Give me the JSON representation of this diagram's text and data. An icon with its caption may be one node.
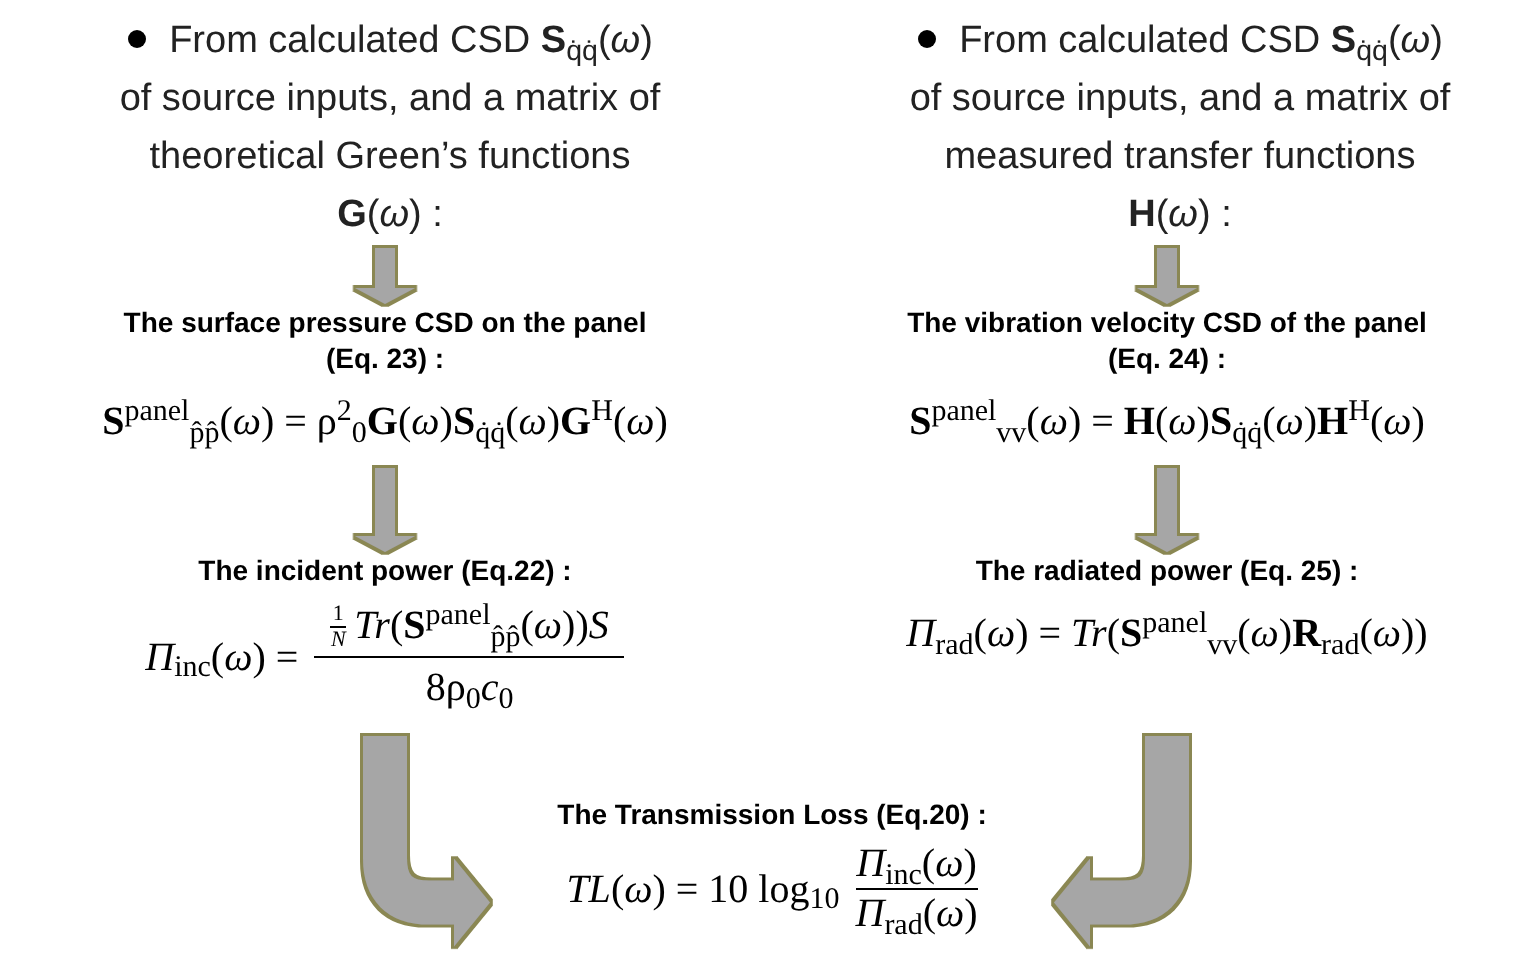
{
  "diagram": {
    "nodes": [
      {
        "text": [
          "From calculated CSD **S**$_{q̇q̇}$(*ω*) of source inputs, and a matrix of theoretical Green’s functions **G**(*ω*) :"
        ]
      },
      {
        "text": [
          "The surface pressure CSD on the panel (Eq. 23) :",
          "**S**$^{panel}$$_{p̂p̂}$(*ω*) = ρ$^{2}$$_{0}$**G**(*ω*)**S**$_{q̇q̇}$(*ω*)**G**$^{H}$(*ω*)"
        ]
      },
      {
        "text": [
          "The incident power (Eq.22) :",
          "*Π*$_{inc}$(*ω*) =",
          "1",
          "*N*",
          "*Tr*(**S**$^{panel}$$_{p̂p̂}$(*ω*))*S*",
          "8ρ$_{0}$*c*$_{0}$"
        ]
      },
      {
        "text": [
          "From calculated CSD **S**$_{q̇q̇}$(*ω*) of source inputs, and a matrix of measured transfer functions **H**(*ω*) :"
        ]
      },
      {
        "text": [
          "The vibration velocity CSD of the panel (Eq. 24) :",
          "**S**$^{panel}$$_{vv}$(*ω*) = **H**(*ω*)**S**$_{q̇q̇}$(*ω*)**H**$^{H}$(*ω*)"
        ]
      },
      {
        "text": [
          "The radiated power (Eq. 25) :",
          "*Π*$_{rad}$(*ω*) = *Tr*(**S**$^{panel}$$_{vv}$(*ω*)**R**$_{rad}$(*ω*))"
        ]
      },
      {
        "text": [
          "The Transmission Loss (Eq.20) :",
          "*TL*(*ω*) = 10 log$_{10}$",
          "*Π*$_{inc}$(*ω*)",
          "*Π*$_{rad}$(*ω*)"
        ]
      }
    ],
    "edges": [
      {
        "from": 0,
        "to": 1,
        "arrow": "to"
      },
      {
        "from": 1,
        "to": 2,
        "arrow": "to"
      },
      {
        "from": 3,
        "to": 4,
        "arrow": "to"
      },
      {
        "from": 4,
        "to": 5,
        "arrow": "to"
      },
      {
        "from": 2,
        "to": 6,
        "arrow": "to",
        "style": "thick"
      },
      {
        "from": 5,
        "to": 6,
        "arrow": "to",
        "style": "thick"
      }
    ]
  }
}
